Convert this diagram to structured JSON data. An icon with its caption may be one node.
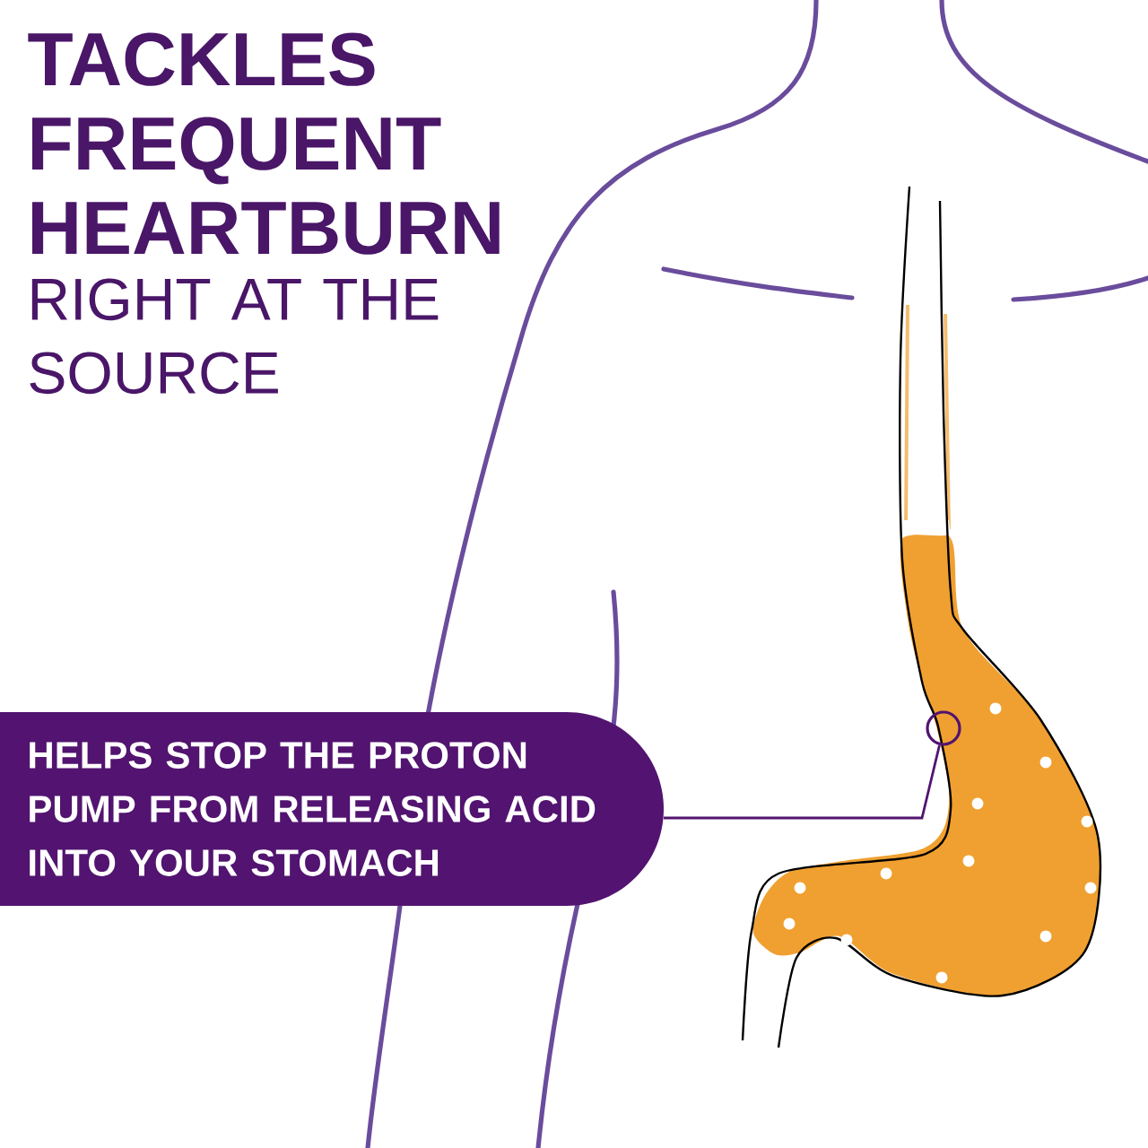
{
  "diagram": {
    "title": "TACKLES FREQUENT HEARTBURN",
    "nodes": [
      {
        "text": [
          "HELPS STOP THE PROTON PUMP FROM RELEASING ACID INTO YOUR STOMACH"
        ]
      },
      {
        "text": [],
        "shape": "circle"
      }
    ],
    "edges": [
      {
        "from": 0,
        "to": 1,
        "arrow": "none"
      }
    ],
    "labels": [
      "RIGHT AT THE SOURCE"
    ]
  }
}
